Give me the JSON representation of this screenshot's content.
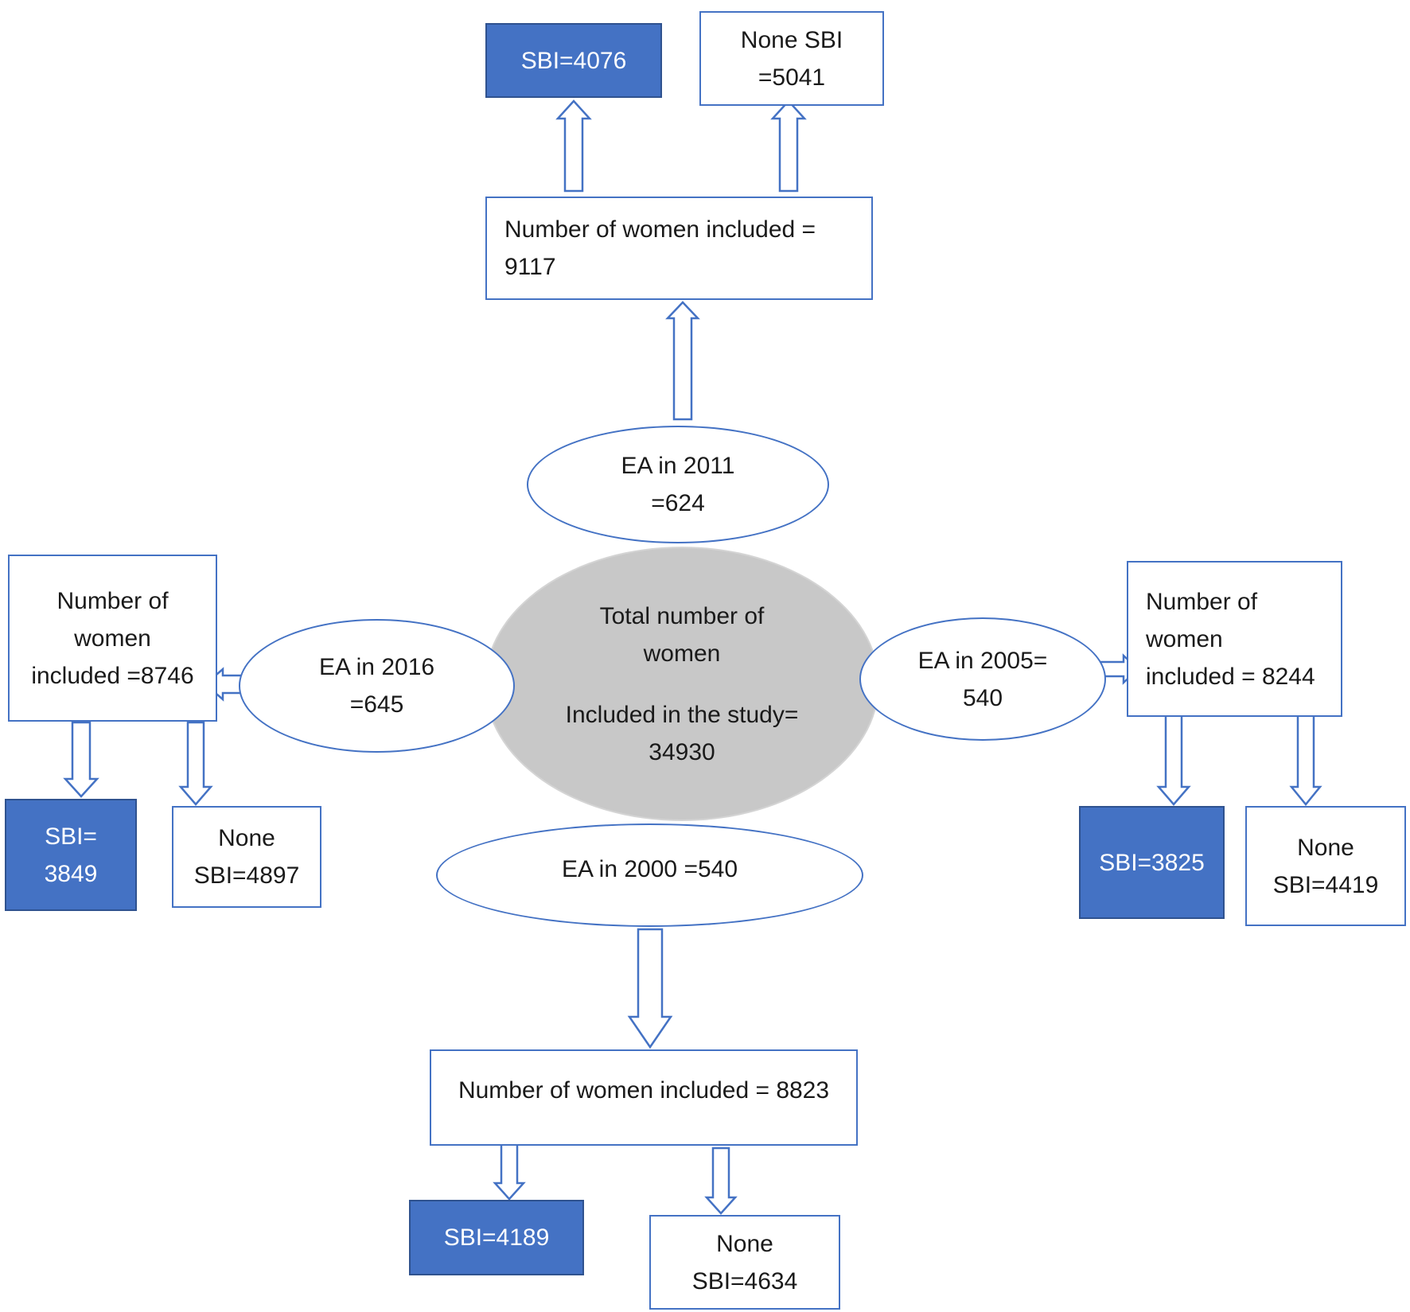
{
  "colors": {
    "outline": "#4472c4",
    "filled_box": "#4472c4",
    "filled_box_border": "#2f528f",
    "center_fill": "#c8c8c8",
    "text": "#1a1a1a"
  },
  "center": {
    "line1": "Total number of",
    "line2": "women",
    "line3": "Included in the study=",
    "line4": "34930"
  },
  "ea": {
    "y2011": {
      "line1": "EA in 2011",
      "line2": "=624"
    },
    "y2016": {
      "line1": "EA in 2016",
      "line2": "=645"
    },
    "y2005": {
      "line1": "EA in 2005=",
      "line2": "540"
    },
    "y2000": {
      "line1": "EA in 2000 =540"
    }
  },
  "included": {
    "y2011": {
      "line1": "Number of women included =",
      "line2": "9117"
    },
    "y2016": {
      "line1": "Number of",
      "line2": "women",
      "line3": "included =8746"
    },
    "y2005": {
      "line1": "Number of",
      "line2": "women",
      "line3": "included = 8244"
    },
    "y2000": {
      "line1": "Number of women included = 8823"
    }
  },
  "sbi": {
    "y2011": {
      "line1": "SBI=4076"
    },
    "y2016": {
      "line1": "SBI=",
      "line2": "3849"
    },
    "y2005": {
      "line1": "SBI=3825"
    },
    "y2000": {
      "line1": "SBI=4189"
    }
  },
  "none_sbi": {
    "y2011": {
      "line1": "None SBI",
      "line2": "=5041"
    },
    "y2016": {
      "line1": "None",
      "line2": "SBI=4897"
    },
    "y2005": {
      "line1": "None",
      "line2": "SBI=4419"
    },
    "y2000": {
      "line1": "None",
      "line2": "SBI=4634"
    }
  }
}
